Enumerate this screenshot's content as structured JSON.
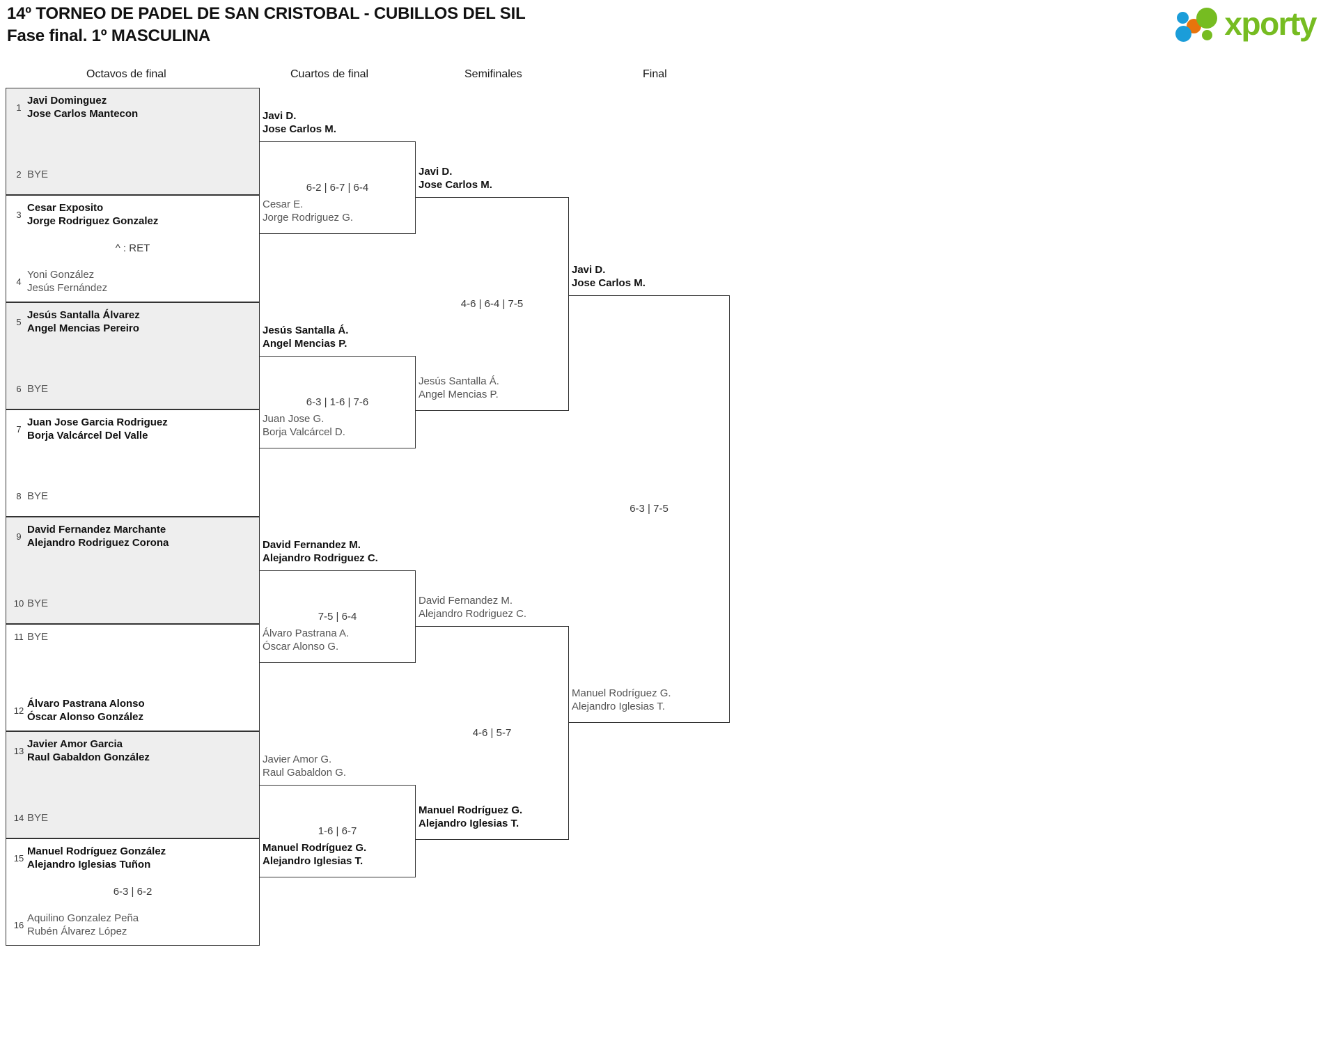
{
  "header": {
    "title_line1": "14º TORNEO DE PADEL DE SAN CRISTOBAL - CUBILLOS DEL SIL",
    "title_line2": "Fase final. 1º MASCULINA",
    "logo_wordmark": "xporty"
  },
  "rounds": [
    {
      "label": "Octavos de final"
    },
    {
      "label": "Cuartos de final"
    },
    {
      "label": "Semifinales"
    },
    {
      "label": "Final"
    }
  ],
  "round1": [
    {
      "shaded": true,
      "top": {
        "seed": "1",
        "names": [
          "Javi Dominguez",
          "Jose Carlos Mantecon"
        ],
        "status": "winner"
      },
      "bottom": {
        "seed": "2",
        "names": [
          "BYE"
        ],
        "status": "bye"
      },
      "score": ""
    },
    {
      "shaded": false,
      "top": {
        "seed": "3",
        "names": [
          "Cesar Exposito",
          "Jorge Rodriguez Gonzalez"
        ],
        "status": "winner"
      },
      "bottom": {
        "seed": "4",
        "names": [
          "Yoni González",
          "Jesús Fernández"
        ],
        "status": "loser"
      },
      "score": "^ : RET"
    },
    {
      "shaded": true,
      "top": {
        "seed": "5",
        "names": [
          "Jesús Santalla Álvarez",
          "Angel Mencias Pereiro"
        ],
        "status": "winner"
      },
      "bottom": {
        "seed": "6",
        "names": [
          "BYE"
        ],
        "status": "bye"
      },
      "score": ""
    },
    {
      "shaded": false,
      "top": {
        "seed": "7",
        "names": [
          "Juan Jose Garcia Rodriguez",
          "Borja Valcárcel Del Valle"
        ],
        "status": "winner"
      },
      "bottom": {
        "seed": "8",
        "names": [
          "BYE"
        ],
        "status": "bye"
      },
      "score": ""
    },
    {
      "shaded": true,
      "top": {
        "seed": "9",
        "names": [
          "David Fernandez Marchante",
          "Alejandro Rodriguez Corona"
        ],
        "status": "winner"
      },
      "bottom": {
        "seed": "10",
        "names": [
          "BYE"
        ],
        "status": "bye"
      },
      "score": ""
    },
    {
      "shaded": false,
      "top": {
        "seed": "11",
        "names": [
          "BYE"
        ],
        "status": "bye"
      },
      "bottom": {
        "seed": "12",
        "names": [
          "Álvaro Pastrana Alonso",
          "Óscar Alonso González"
        ],
        "status": "winner"
      },
      "score": ""
    },
    {
      "shaded": true,
      "top": {
        "seed": "13",
        "names": [
          "Javier Amor Garcia",
          "Raul Gabaldon González"
        ],
        "status": "winner"
      },
      "bottom": {
        "seed": "14",
        "names": [
          "BYE"
        ],
        "status": "bye"
      },
      "score": ""
    },
    {
      "shaded": false,
      "top": {
        "seed": "15",
        "names": [
          "Manuel Rodríguez González",
          "Alejandro Iglesias Tuñon"
        ],
        "status": "winner"
      },
      "bottom": {
        "seed": "16",
        "names": [
          "Aquilino Gonzalez Peña",
          "Rubén Álvarez López"
        ],
        "status": "loser"
      },
      "score": "6-3 | 6-2"
    }
  ],
  "quarterfinals": [
    {
      "top": {
        "names": [
          "Javi D.",
          "Jose Carlos M."
        ],
        "status": "winner"
      },
      "bottom": {
        "names": [
          "Cesar E.",
          "Jorge Rodriguez G."
        ],
        "status": "loser"
      },
      "score": "6-2 | 6-7 | 6-4"
    },
    {
      "top": {
        "names": [
          "Jesús Santalla Á.",
          "Angel Mencias P."
        ],
        "status": "winner"
      },
      "bottom": {
        "names": [
          "Juan Jose G.",
          "Borja Valcárcel D."
        ],
        "status": "loser"
      },
      "score": "6-3 | 1-6 | 7-6"
    },
    {
      "top": {
        "names": [
          "David Fernandez M.",
          "Alejandro Rodriguez C."
        ],
        "status": "winner"
      },
      "bottom": {
        "names": [
          "Álvaro Pastrana A.",
          "Óscar Alonso G."
        ],
        "status": "loser"
      },
      "score": "7-5 | 6-4"
    },
    {
      "top": {
        "names": [
          "Javier Amor G.",
          "Raul Gabaldon G."
        ],
        "status": "loser"
      },
      "bottom": {
        "names": [
          "Manuel Rodríguez G.",
          "Alejandro Iglesias T."
        ],
        "status": "winner"
      },
      "score": "1-6 | 6-7"
    }
  ],
  "semifinals": [
    {
      "top": {
        "names": [
          "Javi D.",
          "Jose Carlos M."
        ],
        "status": "winner"
      },
      "bottom": {
        "names": [
          "Jesús Santalla Á.",
          "Angel Mencias P."
        ],
        "status": "loser"
      },
      "score": "4-6 | 6-4 | 7-5"
    },
    {
      "top": {
        "names": [
          "David Fernandez M.",
          "Alejandro Rodriguez C."
        ],
        "status": "loser"
      },
      "bottom": {
        "names": [
          "Manuel Rodríguez G.",
          "Alejandro Iglesias T."
        ],
        "status": "winner"
      },
      "score": "4-6 | 5-7"
    }
  ],
  "final": [
    {
      "top": {
        "names": [
          "Javi D.",
          "Jose Carlos M."
        ],
        "status": "winner"
      },
      "bottom": {
        "names": [
          "Manuel Rodríguez G.",
          "Alejandro Iglesias T."
        ],
        "status": "loser"
      },
      "score": "6-3 | 7-5"
    }
  ]
}
